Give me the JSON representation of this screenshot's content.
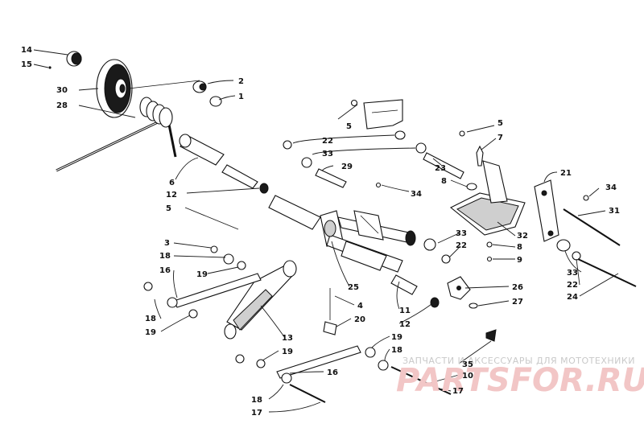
{
  "watermark": {
    "caption": "ЗАПЧАСТИ И АКСЕССУАРЫ ДЛЯ МОТОТЕХНИКИ",
    "logo": "PARTSFOR.RU",
    "colors": {
      "caption": "#c9c9c9",
      "logo": "#f2c6c6"
    }
  },
  "callouts": [
    {
      "id": "c14a",
      "text": "14"
    },
    {
      "id": "c15a",
      "text": "15"
    },
    {
      "id": "c30",
      "text": "30"
    },
    {
      "id": "c28",
      "text": "28"
    },
    {
      "id": "c2",
      "text": "2"
    },
    {
      "id": "c1",
      "text": "1"
    },
    {
      "id": "c6",
      "text": "6"
    },
    {
      "id": "c12a",
      "text": "12"
    },
    {
      "id": "c5a",
      "text": "5"
    },
    {
      "id": "c5b",
      "text": "5"
    },
    {
      "id": "c22a",
      "text": "22"
    },
    {
      "id": "c33a",
      "text": "33"
    },
    {
      "id": "c29",
      "text": "29"
    },
    {
      "id": "c23",
      "text": "23"
    },
    {
      "id": "c8a",
      "text": "8"
    },
    {
      "id": "c34a",
      "text": "34"
    },
    {
      "id": "c5c",
      "text": "5"
    },
    {
      "id": "c7",
      "text": "7"
    },
    {
      "id": "c21",
      "text": "21"
    },
    {
      "id": "c34b",
      "text": "34"
    },
    {
      "id": "c31",
      "text": "31"
    },
    {
      "id": "c33b",
      "text": "33"
    },
    {
      "id": "c22b",
      "text": "22"
    },
    {
      "id": "c32",
      "text": "32"
    },
    {
      "id": "c8b",
      "text": "8"
    },
    {
      "id": "c9",
      "text": "9"
    },
    {
      "id": "c33c",
      "text": "33"
    },
    {
      "id": "c22c",
      "text": "22"
    },
    {
      "id": "c24",
      "text": "24"
    },
    {
      "id": "c3",
      "text": "3"
    },
    {
      "id": "c18a",
      "text": "18"
    },
    {
      "id": "c16a",
      "text": "16"
    },
    {
      "id": "c19a",
      "text": "19"
    },
    {
      "id": "c25",
      "text": "25"
    },
    {
      "id": "c26",
      "text": "26"
    },
    {
      "id": "c27",
      "text": "27"
    },
    {
      "id": "c4",
      "text": "4"
    },
    {
      "id": "c18b",
      "text": "18"
    },
    {
      "id": "c19b",
      "text": "19"
    },
    {
      "id": "c11",
      "text": "11"
    },
    {
      "id": "c12b",
      "text": "12"
    },
    {
      "id": "c20",
      "text": "20"
    },
    {
      "id": "c13",
      "text": "13"
    },
    {
      "id": "c19c",
      "text": "19"
    },
    {
      "id": "c19d",
      "text": "19"
    },
    {
      "id": "c18c",
      "text": "18"
    },
    {
      "id": "c16b",
      "text": "16"
    },
    {
      "id": "c35",
      "text": "35"
    },
    {
      "id": "c10",
      "text": "10"
    },
    {
      "id": "c17a",
      "text": "17"
    },
    {
      "id": "c18d",
      "text": "18"
    },
    {
      "id": "c17b",
      "text": "17"
    }
  ]
}
